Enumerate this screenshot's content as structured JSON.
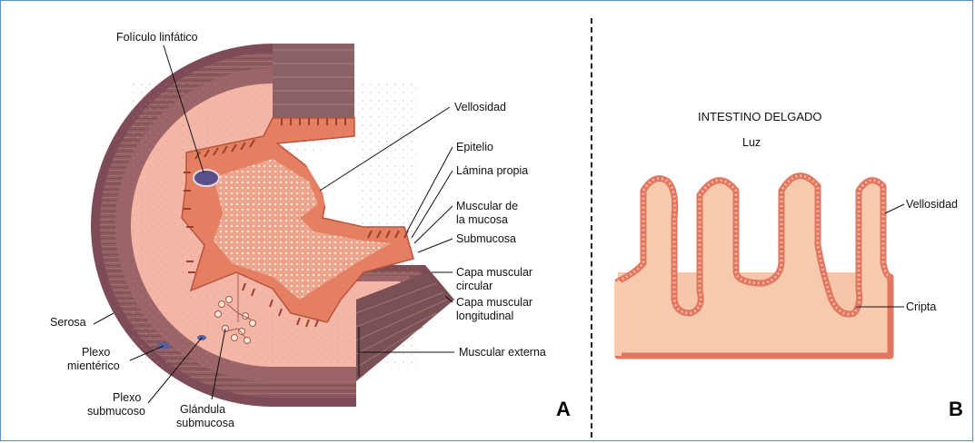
{
  "panel_a": {
    "letter": "A",
    "labels": {
      "foliculo": "Folículo linfático",
      "vellosidad": "Vellosidad",
      "epitelio": "Epitelio",
      "lamina": "Lámina propia",
      "muscular_mucosa_1": "Muscular de",
      "muscular_mucosa_2": "la mucosa",
      "submucosa": "Submucosa",
      "capa_circular_1": "Capa muscular",
      "capa_circular_2": "circular",
      "capa_longitudinal_1": "Capa muscular",
      "capa_longitudinal_2": "longitudinal",
      "muscular_externa": "Muscular externa",
      "serosa": "Serosa",
      "plexo_mient_1": "Plexo",
      "plexo_mient_2": "mientérico",
      "plexo_sub_1": "Plexo",
      "plexo_sub_2": "submucoso",
      "glandula_1": "Glándula",
      "glandula_2": "submucosa"
    }
  },
  "panel_b": {
    "letter": "B",
    "title": "INTESTINO DELGADO",
    "luz": "Luz",
    "vellosidad": "Vellosidad",
    "cripta": "Cripta"
  },
  "colors": {
    "serosa": "#7a4a55",
    "muscle": "#8a5a5e",
    "submucosa": "#f3b3a3",
    "mucosa": "#e97f64",
    "villus_fill": "#f5c5a8",
    "epithelium": "#e8806a",
    "frame": "#5b8fc7"
  }
}
